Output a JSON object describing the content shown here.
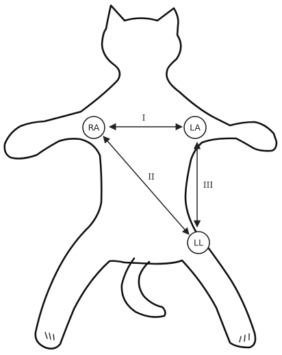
{
  "electrodes": {
    "ra": "RA",
    "la": "LA",
    "ll": "LL"
  },
  "leads": {
    "lead_1": "I",
    "lead_2": "II",
    "lead_3": "III"
  },
  "colors": {
    "outline": "#111111",
    "background": "#ffffff"
  }
}
